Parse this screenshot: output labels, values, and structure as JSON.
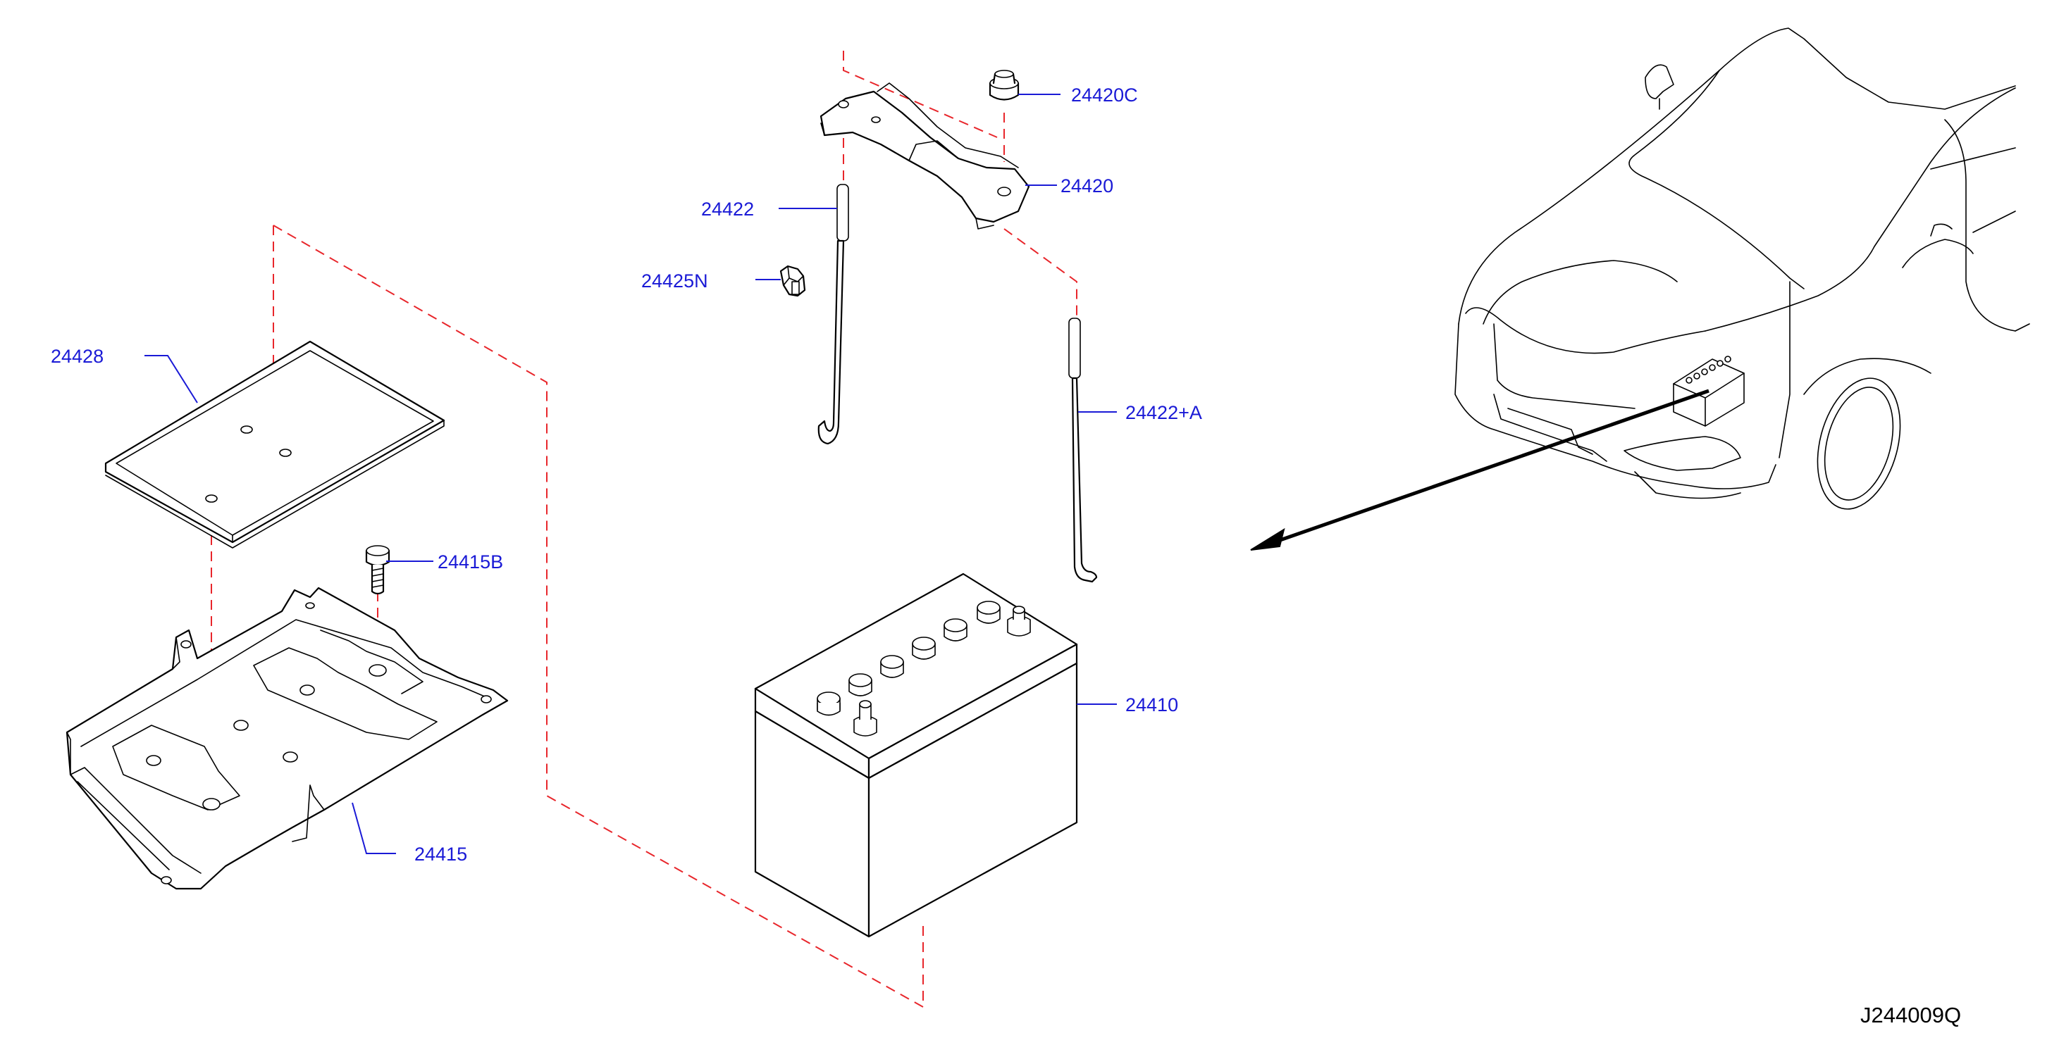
{
  "parts": {
    "p24420C": "24420C",
    "p24420": "24420",
    "p24422": "24422",
    "p24425N": "24425N",
    "p24422A": "24422+A",
    "p24428": "24428",
    "p24415B": "24415B",
    "p24410": "24410",
    "p24415": "24415"
  },
  "reference_code": "J244009Q",
  "colors": {
    "label": "#1a1ad6",
    "dashed_guide": "#e8262b",
    "line_art": "#000000"
  }
}
